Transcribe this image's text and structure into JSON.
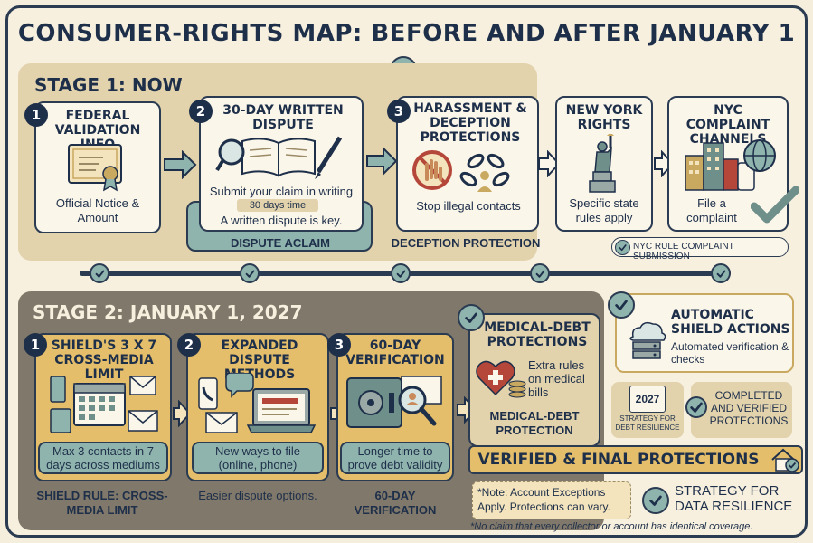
{
  "title": "CONSUMER-RIGHTS MAP: BEFORE AND AFTER JANUARY 1",
  "stage1": {
    "title": "STAGE 1: NOW",
    "cards": [
      {
        "num": "1",
        "title": "FEDERAL VALIDATION INFO",
        "sub": "Official Notice & Amount"
      },
      {
        "num": "2",
        "title": "30-DAY WRITTEN DISPUTE",
        "sub": "Submit your claim in writing",
        "badge": "30 days time",
        "note": "A written dispute is key.",
        "label": "DISPUTE ACLAIM"
      },
      {
        "num": "3",
        "title": "HARASSMENT & DECEPTION PROTECTIONS",
        "sub": "Stop illegal contacts",
        "label": "DECEPTION PROTECTION"
      },
      {
        "title": "NEW YORK RIGHTS",
        "sub": "Specific state rules apply"
      },
      {
        "title": "NYC COMPLAINT CHANNELS",
        "sub": "File a complaint",
        "label": "NYC RULE COMPLAINT SUBMISSION"
      }
    ]
  },
  "stage2": {
    "title": "STAGE 2: JANUARY 1, 2027",
    "cards": [
      {
        "num": "1",
        "title": "SHIELD'S 3 X 7 CROSS-MEDIA LIMIT",
        "pill": "Max 3 contacts in 7 days across mediums",
        "label": "SHIELD RULE: CROSS-MEDIA LIMIT"
      },
      {
        "num": "2",
        "title": "EXPANDED DISPUTE METHODS",
        "pill": "New ways to file (online, phone)",
        "label": "Easier dispute options."
      },
      {
        "num": "3",
        "title": "60-DAY VERIFICATION",
        "pill": "Longer time to prove debt validity",
        "label": "60-DAY VERIFICATION"
      },
      {
        "title": "MEDICAL-DEBT PROTECTIONS",
        "sub": "Extra rules on medical bills",
        "label": "MEDICAL-DEBT PROTECTION"
      }
    ]
  },
  "side": {
    "auto_title": "AUTOMATIC SHIELD ACTIONS",
    "auto_sub": "Automated verification & checks",
    "year": "2027",
    "strategy_small": "STRATEGY FOR DEBT RESILIENCE",
    "completed": "COMPLETED AND VERIFIED PROTECTIONS"
  },
  "final": {
    "banner": "VERIFIED & FINAL PROTECTIONS",
    "note": "*Note: Account Exceptions Apply. Protections can vary.",
    "strategy": "STRATEGY FOR DATA RESILIENCE",
    "disclaimer": "*No claim that every collector or account has identical coverage."
  },
  "colors": {
    "navy": "#1e2f4a",
    "teal": "#8fb3ad",
    "gold": "#e4be6b",
    "tan": "#e2d3ad",
    "gray": "#80786a"
  }
}
